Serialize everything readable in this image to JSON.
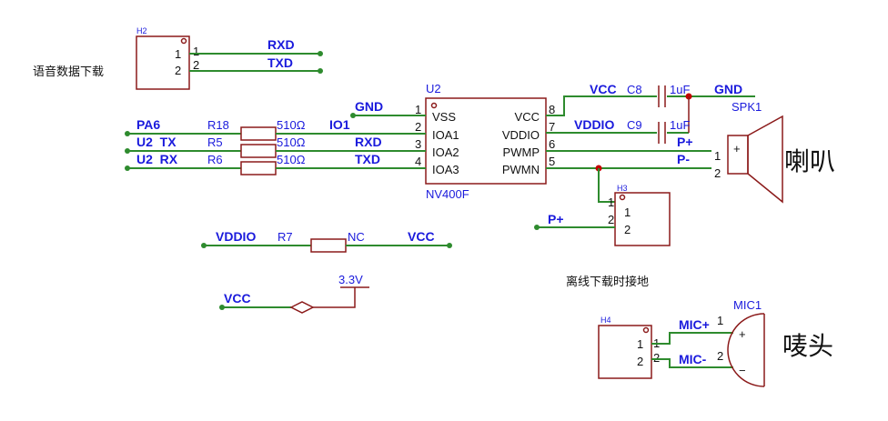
{
  "connectors": {
    "h2": {
      "ref": "H2",
      "pin1": "1",
      "pin2": "2",
      "label": "语音数据下载",
      "net1": "RXD",
      "net2": "TXD"
    },
    "h3": {
      "ref": "H3",
      "pin1": "1",
      "pin2": "2",
      "label": "离线下载时接地",
      "net2": "P+"
    },
    "h4": {
      "ref": "H4",
      "pin1": "1",
      "pin2": "2",
      "net1": "MIC+",
      "net2": "MIC-"
    }
  },
  "chip": {
    "ref": "U2",
    "part": "NV400F",
    "left_pins": [
      {
        "num": "1",
        "name": "VSS"
      },
      {
        "num": "2",
        "name": "IOA1"
      },
      {
        "num": "3",
        "name": "IOA2"
      },
      {
        "num": "4",
        "name": "IOA3"
      }
    ],
    "right_pins": [
      {
        "num": "8",
        "name": "VCC"
      },
      {
        "num": "7",
        "name": "VDDIO"
      },
      {
        "num": "6",
        "name": "PWMP"
      },
      {
        "num": "5",
        "name": "PWMN"
      }
    ]
  },
  "inputs": [
    {
      "net": "PA6",
      "resistor": "R18",
      "value": "510Ω",
      "chip_net": "IO1"
    },
    {
      "net": "U2  TX",
      "resistor": "R5",
      "value": "510Ω",
      "chip_net": "RXD"
    },
    {
      "net": "U2  RX",
      "resistor": "R6",
      "value": "510Ω",
      "chip_net": "TXD"
    }
  ],
  "chip_gnd_net": "GND",
  "caps": {
    "c8": {
      "ref": "C8",
      "value": "1uF",
      "net_left": "VCC",
      "net_right": "GND"
    },
    "c9": {
      "ref": "C9",
      "value": "1uF",
      "net_left": "VDDIO",
      "net_right": "P+"
    }
  },
  "pwmn_net": "P-",
  "speaker": {
    "ref": "SPK1",
    "pin1": "1",
    "pin2": "2",
    "plus": "+",
    "label": "喇叭"
  },
  "r7": {
    "ref": "R7",
    "net_left": "VDDIO",
    "value": "NC",
    "net_right": "VCC"
  },
  "power": {
    "net": "VCC",
    "voltage": "3.3V"
  },
  "mic": {
    "ref": "MIC1",
    "pin1": "1",
    "pin2": "2",
    "plus": "+",
    "minus": "−",
    "label": "唛头"
  }
}
